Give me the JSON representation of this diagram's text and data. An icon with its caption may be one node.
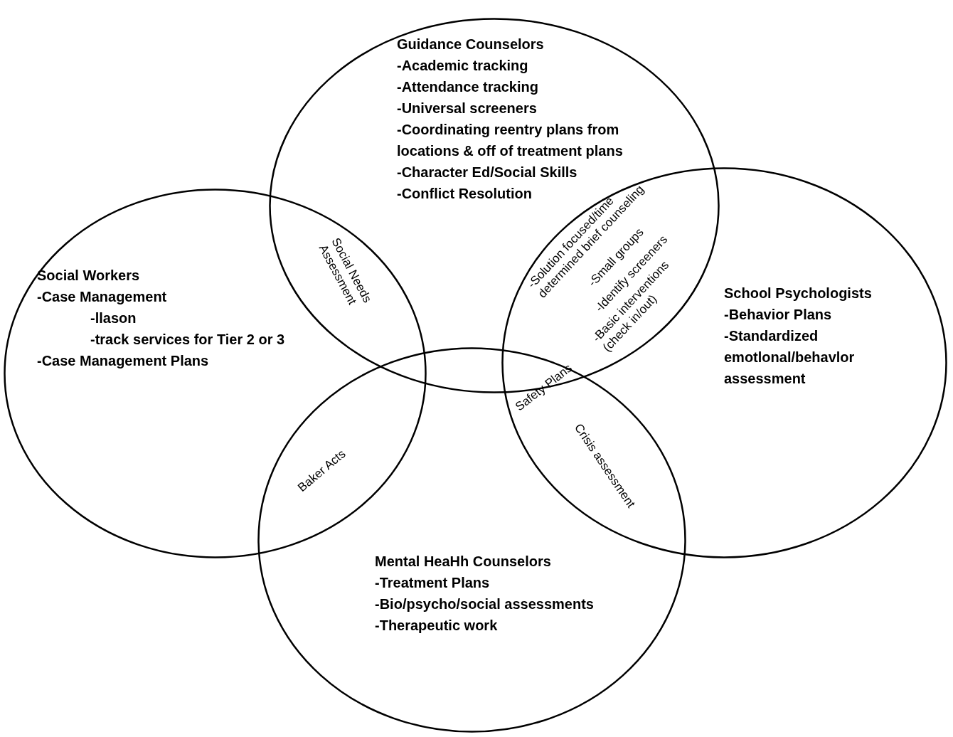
{
  "diagram": {
    "nodes": [
      {
        "text": [
          "Guidance Counselors",
          "-Academic tracking",
          "-Attendance tracking",
          "-Universal screeners",
          "-Coordinating reentry plans from locations & off of treatment plans",
          "-Character Ed/Social Skills",
          "-Conflict Resolution"
        ]
      },
      {
        "text": [
          "Social Workers",
          "-Case Management",
          "-llason",
          "-track services for Tier 2 or 3",
          "-Case Management Plans"
        ]
      },
      {
        "text": [
          "School Psychologists",
          "-Behavior Plans",
          "-Standardized emotlonal/behavlor assessment"
        ]
      },
      {
        "text": [
          "Mental HeaHh Counselors",
          "-Treatment Plans",
          "-Bio/psycho/social assessments",
          "-Therapeutic work"
        ]
      }
    ],
    "labels": [
      "Social Needs Assessment",
      "-Solution focused/time determined brief counseling",
      "-Small groups",
      "-Identify screeners",
      "-Basic interventions (check in/out)",
      "Safety Plans",
      "Baker Acts",
      "Crisis assessment"
    ]
  }
}
